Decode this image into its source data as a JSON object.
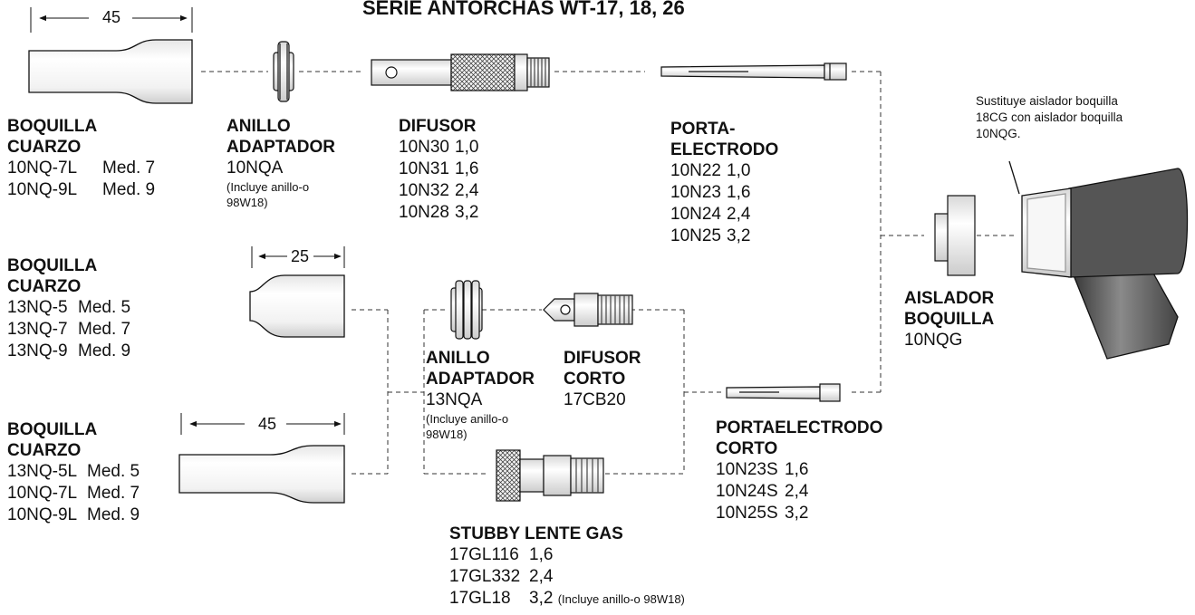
{
  "title": "SERIE ANTORCHAS WT-17, 18, 26",
  "dimensions": {
    "d45_top": "45",
    "d25": "25",
    "d45_bottom": "45"
  },
  "note": {
    "lines": [
      "Sustituye aislador boquilla",
      "18CG con aislador boquilla",
      "10NQG."
    ]
  },
  "boquilla_cuarzo_1": {
    "heading": [
      "BOQUILLA",
      "CUARZO"
    ],
    "items": [
      {
        "code": "10NQ-7L",
        "value": "Med. 7"
      },
      {
        "code": "10NQ-9L",
        "value": "Med. 9"
      }
    ]
  },
  "anillo_adaptador_1": {
    "heading": [
      "ANILLO",
      "ADAPTADOR"
    ],
    "code": "10NQA",
    "note": [
      "(Incluye anillo-o",
      "98W18)"
    ]
  },
  "difusor": {
    "heading": "DIFUSOR",
    "items": [
      {
        "code": "10N30",
        "value": "1,0"
      },
      {
        "code": "10N31",
        "value": "1,6"
      },
      {
        "code": "10N32",
        "value": "2,4"
      },
      {
        "code": "10N28",
        "value": "3,2"
      }
    ]
  },
  "porta_electrodo": {
    "heading": [
      "PORTA-",
      "ELECTRODO"
    ],
    "items": [
      {
        "code": "10N22",
        "value": "1,0"
      },
      {
        "code": "10N23",
        "value": "1,6"
      },
      {
        "code": "10N24",
        "value": "2,4"
      },
      {
        "code": "10N25",
        "value": "3,2"
      }
    ]
  },
  "boquilla_cuarzo_2": {
    "heading": [
      "BOQUILLA",
      "CUARZO"
    ],
    "items": [
      {
        "code": "13NQ-5",
        "value": "Med. 5"
      },
      {
        "code": "13NQ-7",
        "value": "Med. 7"
      },
      {
        "code": "13NQ-9",
        "value": "Med. 9"
      }
    ]
  },
  "anillo_adaptador_2": {
    "heading": [
      "ANILLO",
      "ADAPTADOR"
    ],
    "code": "13NQA",
    "note": [
      "(Incluye anillo-o",
      "98W18)"
    ]
  },
  "difusor_corto": {
    "heading": [
      "DIFUSOR",
      "CORTO"
    ],
    "code": "17CB20"
  },
  "aislador_boquilla": {
    "heading": [
      "AISLADOR",
      "BOQUILLA"
    ],
    "code": "10NQG"
  },
  "boquilla_cuarzo_3": {
    "heading": [
      "BOQUILLA",
      "CUARZO"
    ],
    "items": [
      {
        "code": "13NQ-5L",
        "value": "Med. 5"
      },
      {
        "code": "10NQ-7L",
        "value": "Med. 7"
      },
      {
        "code": "10NQ-9L",
        "value": "Med. 9"
      }
    ]
  },
  "portaelectrodo_corto": {
    "heading": [
      "PORTAELECTRODO",
      "CORTO"
    ],
    "items": [
      {
        "code": "10N23S",
        "value": "1,6"
      },
      {
        "code": "10N24S",
        "value": "2,4"
      },
      {
        "code": "10N25S",
        "value": "3,2"
      }
    ]
  },
  "stubby_lente_gas": {
    "heading": "STUBBY LENTE GAS",
    "items": [
      {
        "code": "17GL116",
        "value": "1,6"
      },
      {
        "code": "17GL332",
        "value": "2,4"
      },
      {
        "code": "17GL18",
        "value": "3,2"
      }
    ],
    "note": "(Incluye anillo-o 98W18)"
  }
}
